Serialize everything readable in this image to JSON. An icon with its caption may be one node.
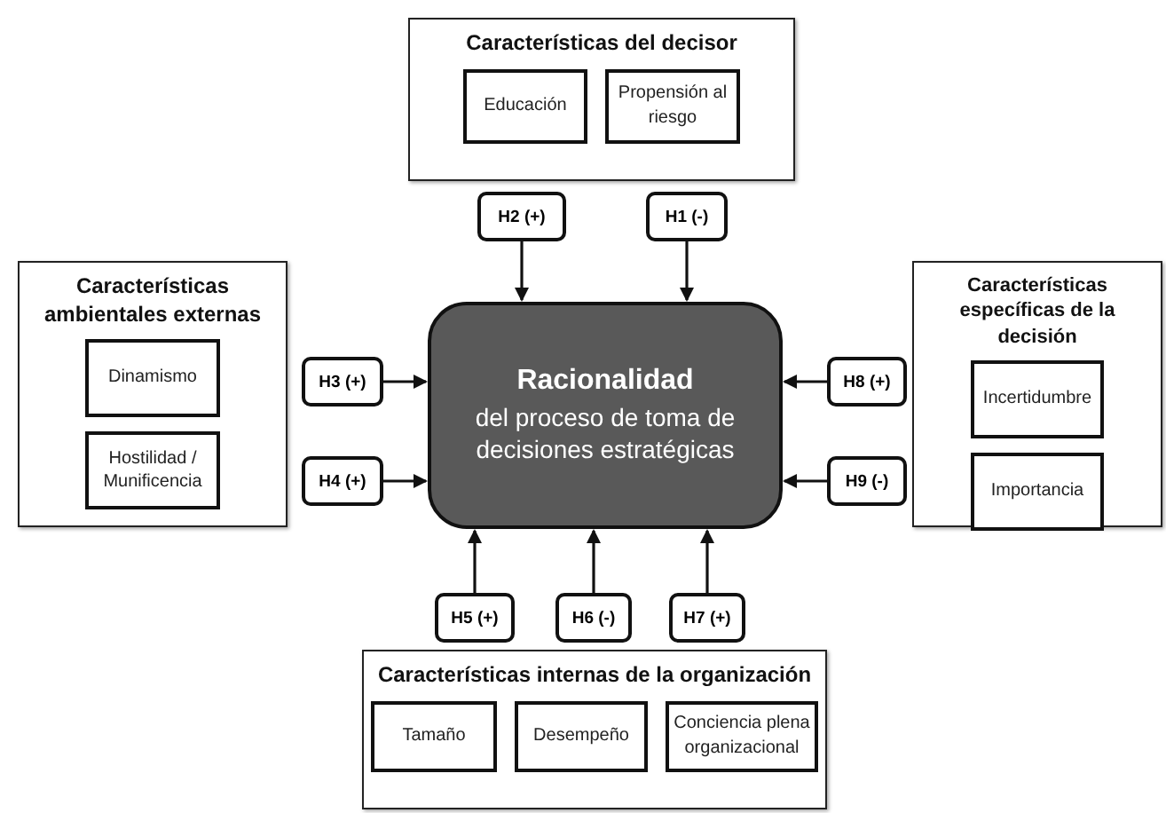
{
  "diagram": {
    "nodes": [
      {
        "text": [
          "Características del decisor"
        ]
      },
      {
        "text": [
          "Educación"
        ],
        "in": 0
      },
      {
        "text": [
          "Propensión al riesgo"
        ],
        "in": 0
      },
      {
        "text": [
          "Características ambientales externas"
        ]
      },
      {
        "text": [
          "Dinamismo"
        ],
        "in": 3
      },
      {
        "text": [
          "Hostilidad / Munificencia"
        ],
        "in": 3
      },
      {
        "text": [
          "Racionalidad",
          "del proceso de toma de decisiones estratégicas"
        ]
      },
      {
        "text": [
          "Características específicas de la decisión"
        ]
      },
      {
        "text": [
          "Incertidumbre"
        ],
        "in": 7
      },
      {
        "text": [
          "Importancia"
        ],
        "in": 7
      },
      {
        "text": [
          "Características internas de la organización"
        ]
      },
      {
        "text": [
          "Tamaño"
        ],
        "in": 10
      },
      {
        "text": [
          "Desempeño"
        ],
        "in": 10
      },
      {
        "text": [
          "Conciencia plena organizacional"
        ],
        "in": 10
      },
      {
        "text": [
          "H2 (+)"
        ]
      },
      {
        "text": [
          "H1 (-)"
        ]
      },
      {
        "text": [
          "H3 (+)"
        ]
      },
      {
        "text": [
          "H4 (+)"
        ]
      },
      {
        "text": [
          "H8 (+)"
        ]
      },
      {
        "text": [
          "H9 (-)"
        ]
      },
      {
        "text": [
          "H5 (+)"
        ]
      },
      {
        "text": [
          "H6 (-)"
        ]
      },
      {
        "text": [
          "H7 (+)"
        ]
      }
    ],
    "edges": [
      {
        "from": 14,
        "to": 6,
        "arrow": "to"
      },
      {
        "from": 15,
        "to": 6,
        "arrow": "to"
      },
      {
        "from": 16,
        "to": 6,
        "arrow": "to"
      },
      {
        "from": 17,
        "to": 6,
        "arrow": "to"
      },
      {
        "from": 18,
        "to": 6,
        "arrow": "to"
      },
      {
        "from": 19,
        "to": 6,
        "arrow": "to"
      },
      {
        "from": 20,
        "to": 6,
        "arrow": "to"
      },
      {
        "from": 21,
        "to": 6,
        "arrow": "to"
      },
      {
        "from": 22,
        "to": 6,
        "arrow": "to"
      }
    ]
  }
}
